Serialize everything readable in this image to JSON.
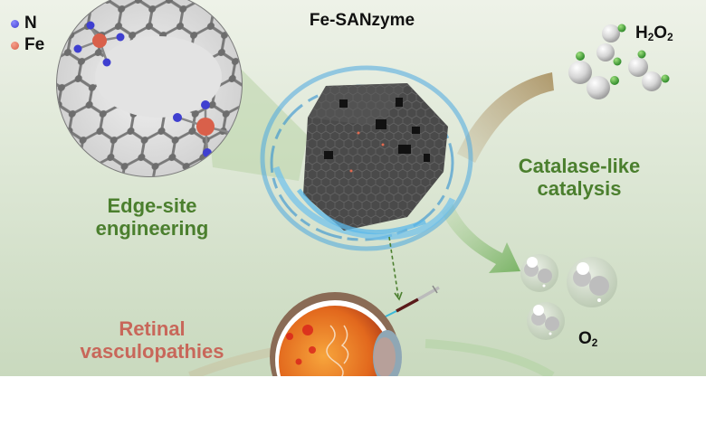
{
  "title": "Fe-SANzyme",
  "legend": [
    {
      "label": "N",
      "color": "#3f3fd0"
    },
    {
      "label": "Fe",
      "color": "#d9604a"
    }
  ],
  "labels": {
    "edge_site_line1": "Edge-site",
    "edge_site_line2": "engineering",
    "catalase_line1": "Catalase-like",
    "catalase_line2": "catalysis",
    "retinal_line1": "Retinal",
    "retinal_line2": "vasculopathies",
    "h2o2_base1": "H",
    "h2o2_sub1": "2",
    "h2o2_base2": "O",
    "h2o2_sub2": "2",
    "o2_base": "O",
    "o2_sub": "2"
  },
  "colors": {
    "green_text": "#4b7f2e",
    "red_text": "#c8675a",
    "black_text": "#111111",
    "water_blue": "#3a9ad8",
    "particle_gray": "#4a4a4a"
  }
}
